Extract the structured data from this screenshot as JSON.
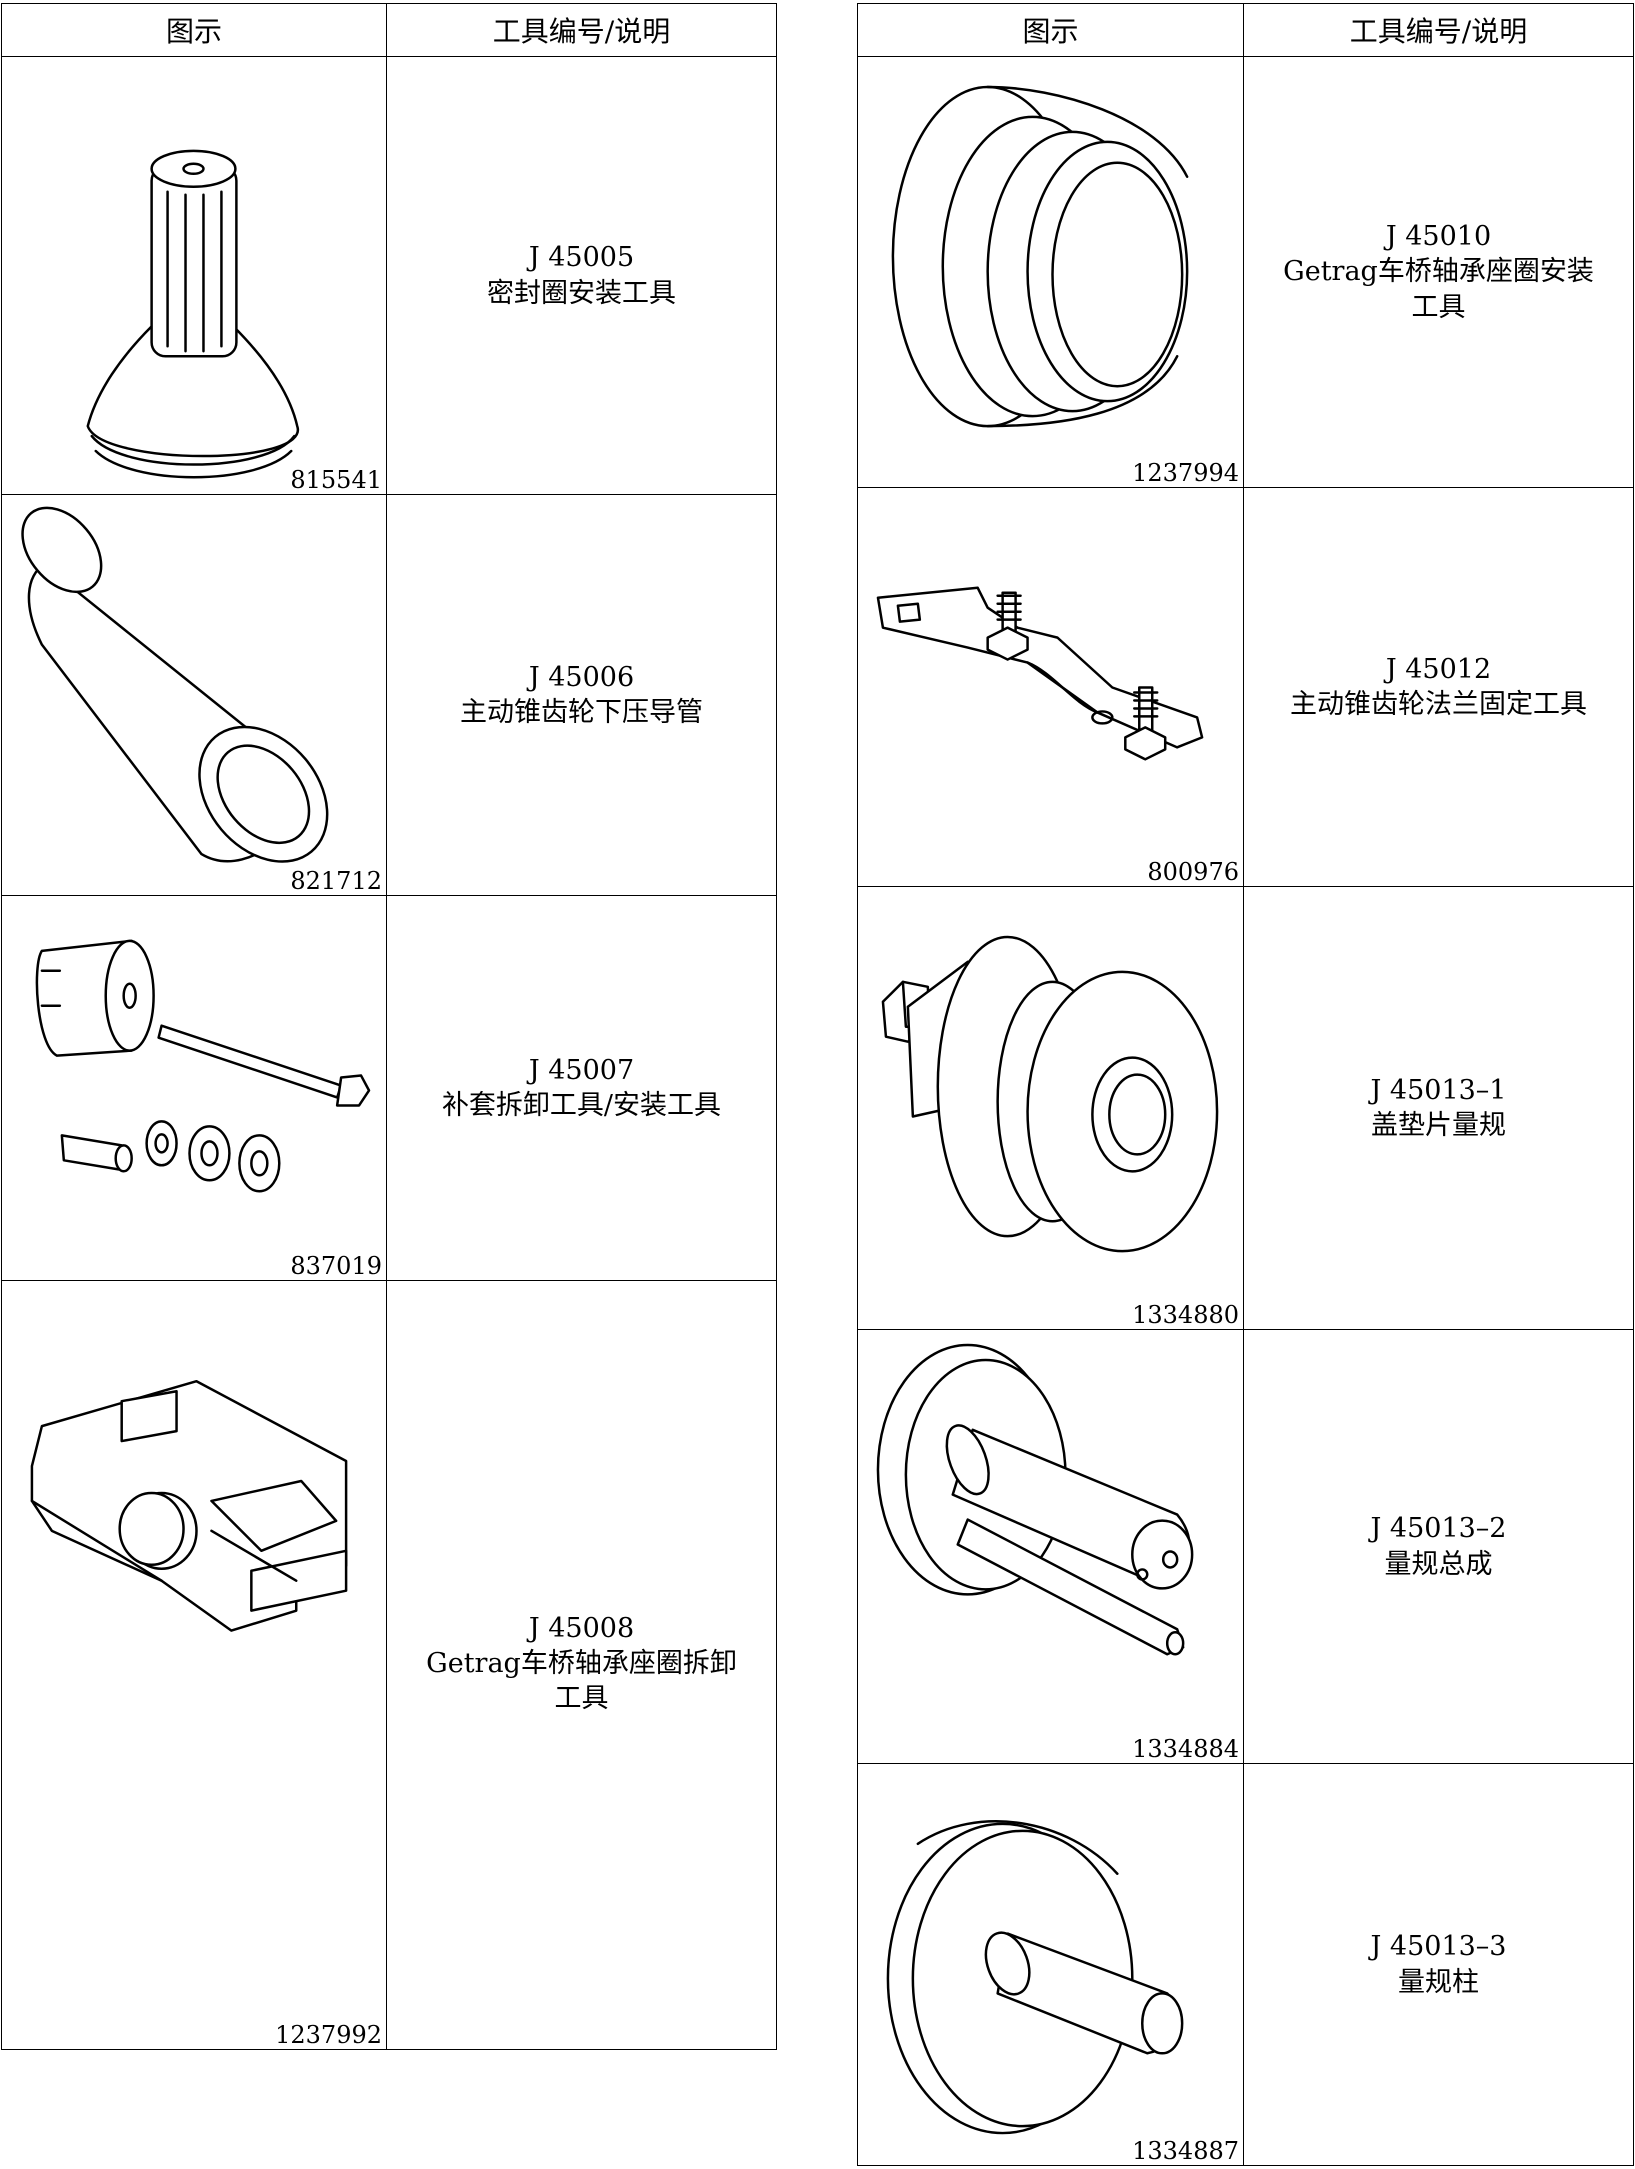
{
  "headers": {
    "image": "图示",
    "description": "工具编号/说明"
  },
  "left": [
    {
      "fig": "815541",
      "code": "J 45005",
      "name": "密封圈安装工具",
      "icon": "seal-installer-icon"
    },
    {
      "fig": "821712",
      "code": "J 45006",
      "name": "主动锥齿轮下压导管",
      "icon": "sleeve-tube-icon"
    },
    {
      "fig": "837019",
      "code": "J 45007",
      "name": "补套拆卸工具/安装工具",
      "icon": "bushing-kit-icon"
    },
    {
      "fig": "1237992",
      "code": "J 45008",
      "name": "Getrag车桥轴承座圈拆卸\n工具",
      "icon": "race-remover-icon"
    }
  ],
  "right": [
    {
      "fig": "1237994",
      "code": "J 45010",
      "name": "Getrag车桥轴承座圈安装\n工具",
      "icon": "race-installer-icon"
    },
    {
      "fig": "800976",
      "code": "J 45012",
      "name": "主动锥齿轮法兰固定工具",
      "icon": "flange-holder-icon"
    },
    {
      "fig": "1334880",
      "code": "J 45013–1",
      "name": "盖垫片量规",
      "icon": "shim-gauge-icon"
    },
    {
      "fig": "1334884",
      "code": "J 45013–2",
      "name": "量规总成",
      "icon": "gauge-assembly-icon"
    },
    {
      "fig": "1334887",
      "code": "J 45013–3",
      "name": "量规柱",
      "icon": "gauge-post-icon"
    }
  ]
}
